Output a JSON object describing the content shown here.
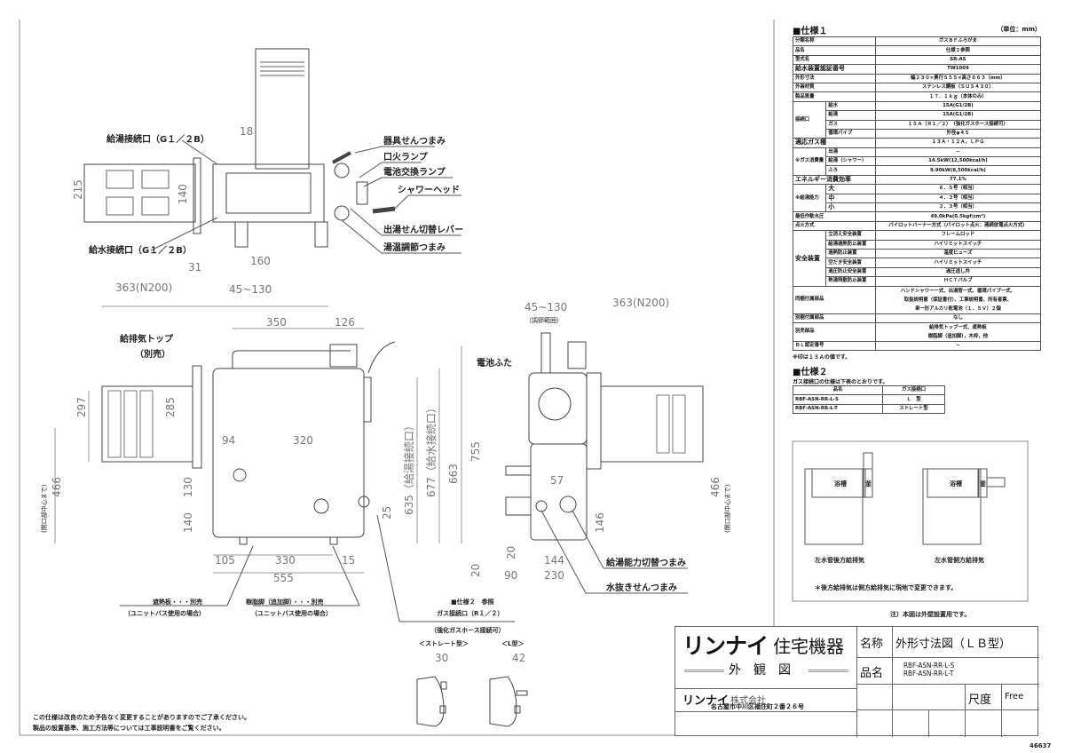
{
  "spec1": {
    "title": "■仕様１",
    "unit": "（単位：mm）",
    "rows": [
      {
        "label": "分類名称",
        "value": "ガスＢＦふろがま"
      },
      {
        "label": "品名",
        "value": "仕様２参照"
      },
      {
        "label": "型式名",
        "value": "SR-AS"
      },
      {
        "label": "給水装置認証番号",
        "value": "TW1009"
      },
      {
        "label": "外形寸法",
        "value": "幅２３０×奥行５５５×高さ６６３（mm）"
      },
      {
        "label": "外装材質",
        "value": "ステンレス鋼板（ＳＵＳ４３０）"
      },
      {
        "label": "製品質量",
        "value": "１７．１ｋｇ（本体のみ）"
      }
    ],
    "connection": {
      "label": "接続口",
      "items": [
        {
          "label": "給水",
          "value": "15A(G1/2B)"
        },
        {
          "label": "給湯",
          "value": "15A(G1/2B)"
        },
        {
          "label": "ガス",
          "value": "１５Ａ（Ｒ１／２）　（強化ガスホース接続可）"
        },
        {
          "label": "循環パイプ",
          "value": "外径φ４５"
        }
      ]
    },
    "gas_type": {
      "label": "適応ガス種",
      "value": "１３Ａ・１２Ａ，ＬＰＧ"
    },
    "consumption": {
      "label": "※ガス消費量",
      "items": [
        {
          "label": "出湯",
          "value": "−"
        },
        {
          "label": "給湯（シャワー）",
          "value": "14.5kW(12,500kcal/h)"
        },
        {
          "label": "ふろ",
          "value": "9.90kW(8,500kcal/h)"
        }
      ]
    },
    "efficiency": {
      "label": "エネルギー消費効率",
      "value": "77.1%"
    },
    "capacity": {
      "label": "※給湯能力",
      "items": [
        {
          "label": "大",
          "value": "６．５号（相当）"
        },
        {
          "label": "中",
          "value": "４．３号（相当）"
        },
        {
          "label": "小",
          "value": "２．３号（相当）"
        }
      ]
    },
    "min_pressure": {
      "label": "最低作動水圧",
      "value": "49.0kPa(0.5kgf/cm²)"
    },
    "ignition": {
      "label": "点火方式",
      "value": "パイロットバーナー方式（パイロット点火：連続放電点火方式）"
    },
    "safety": {
      "label": "安全装置",
      "items": [
        {
          "label": "立消え安全装置",
          "value": "フレームロッド"
        },
        {
          "label": "給湯過熱防止装置",
          "value": "ハイリミットスイッチ"
        },
        {
          "label": "過熱防止装置",
          "value": "温度ヒューズ"
        },
        {
          "label": "空だき安全装置",
          "value": "ハイリミットスイッチ"
        },
        {
          "label": "過圧防止安全装置",
          "value": "過圧逃し弁"
        },
        {
          "label": "熱湯飛散防止装置",
          "value": "ＨＣＴバルブ"
        }
      ]
    },
    "bundled": {
      "label": "同梱付属部品",
      "lines": [
        "ハンドシャワー一式、出湯管一式、循環パイプ一式、",
        "取扱説明書（保証書付）、工事説明書、所有者票、",
        "単一形アルカリ乾電池（１．５Ｖ）２個"
      ]
    },
    "separate": {
      "label": "別梱付属部品",
      "value": "なし"
    },
    "optional": {
      "label": "別売部品",
      "lines": [
        "給排気トップ一式、遮熱板",
        "樹脂脚（追加脚），木枠，他"
      ]
    },
    "bl": {
      "label": "ＢＬ認定番号",
      "value": "−"
    },
    "note": "※印は１３Ａの値です。"
  },
  "spec2": {
    "title": "■仕様２",
    "caption": "ガス接続口の仕様は下表のとおりです。",
    "headers": [
      "品名",
      "ガス接続口"
    ],
    "rows": [
      [
        "RBF-ASN-RR-L-S",
        "Ｌ　型"
      ],
      [
        "RBF-ASN-RR-L-T",
        "ストレート型"
      ]
    ]
  },
  "layout_diagram": {
    "bath": "浴槽",
    "kama": "釜",
    "left_caption": "左水管後方給排気",
    "right_caption": "左水管側方給排気",
    "note": "＊後方給排気は側方給排気に現地で変更できます。"
  },
  "wall_note": "注）本図は外壁設置用です。",
  "top_view": {
    "hot_conn": "給湯接続口（G１／２B）",
    "water_conn": "給水接続口（G１／２B）",
    "knob": "器具せんつまみ",
    "pilot": "口火ランプ",
    "battery_lamp": "電池交換ランプ",
    "shower": "シャワーヘッド",
    "lever": "出湯せん切替レバー",
    "temp_knob": "湯温調節つまみ",
    "dims": {
      "d18": "18",
      "d215": "215",
      "d140": "140",
      "d31": "31",
      "d160": "160"
    }
  },
  "front_view": {
    "top_label": "給排気トップ",
    "top_sub": "（別売）",
    "dims": {
      "n200": "363(N200)",
      "range": "45~130",
      "d350": "350",
      "d126": "126",
      "d297": "297",
      "d285": "285",
      "d94": "94",
      "d320": "320",
      "d466": "466",
      "d466sub": "(開口部中心まで)",
      "d130": "130",
      "d140": "140",
      "d105": "105",
      "d330": "330",
      "d15": "15",
      "d555": "555",
      "d25": "25",
      "d635": "635（給湯接続口）",
      "d677": "677（給水接続口）",
      "d663": "663",
      "d755": "755",
      "d20": "20"
    },
    "shield": "遮熱板・・・別売",
    "shield_sub": "（ユニットバス使用の場合）",
    "leg": "樹脂脚（追加脚）・・・別売",
    "leg_sub": "（ユニットバス使用の場合）",
    "gas_ref": "■仕様２　参照",
    "gas_conn": "ガス接続口（R１／２）",
    "gas_sub": "（強化ガスホース接続可）",
    "straight": "＜ストレート型＞",
    "ltype": "＜L型＞",
    "d30": "30",
    "d42": "42"
  },
  "side_view": {
    "range": "45~130",
    "range_sub": "（調節範囲）",
    "n200": "363(N200)",
    "battery_cover": "電池ふた",
    "capacity_knob": "給湯能力切替つまみ",
    "drain_knob": "水抜きせんつまみ",
    "dims": {
      "d57": "57",
      "d146": "146",
      "d144": "144",
      "d230": "230",
      "d90": "90",
      "d20": "20",
      "d466": "466",
      "d466sub": "(開口部中心まで)"
    }
  },
  "footer_notes": [
    "この仕様は改良のため予告なく変更することがありますのでご了承ください。",
    "製品の設置基準、施工方法等については工事説明書をご覧ください。"
  ],
  "title_block": {
    "brand": "リンナイ",
    "division": "住宅機器",
    "drawing_type": "外　観　図",
    "company_brand": "リンナイ",
    "company": "株式会社",
    "address": "名古屋市中川区福住町２番２６号",
    "name_label": "名称",
    "name_value": "外形寸法図（ＬＢ型）",
    "product_label": "品名",
    "product_values": [
      "RBF-ASN-RR-L-S",
      "RBF-ASN-RR-L-T"
    ],
    "scale_label": "尺度",
    "scale_value": "Free",
    "doc_number": "46637"
  }
}
